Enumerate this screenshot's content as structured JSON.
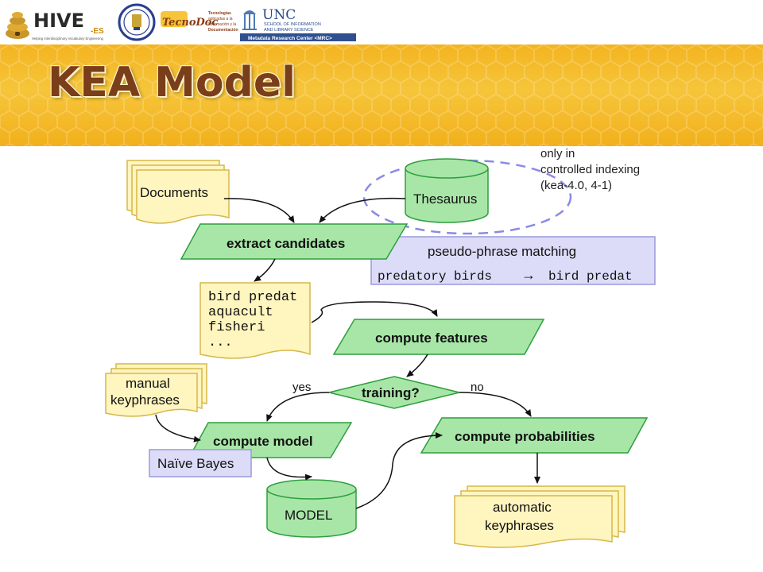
{
  "header": {
    "title": "KEA Model",
    "logos": {
      "hive": {
        "text": "HIVE",
        "suffix": "-ES",
        "tagline": "Helping Interdisciplinary Vocabulary Engineering"
      },
      "uc3m": {
        "icon": "university-seal-icon"
      },
      "tecnodoc": {
        "text": "TecnoDoc",
        "tagline": [
          "Tecnologías",
          "aplicadas a la",
          "Información y la",
          "Documentación"
        ]
      },
      "unc": {
        "text": "UNC",
        "lines": [
          "SCHOOL OF INFORMATION",
          "AND LIBRARY SCIENCE"
        ],
        "banner": "Metadata Research Center <MRC>"
      }
    }
  },
  "diagram": {
    "nodes": {
      "documents": "Documents",
      "thesaurus": "Thesaurus",
      "extract_candidates": "extract candidates",
      "pseudo_phrase": {
        "title": "pseudo-phrase matching",
        "example_from": "predatory birds",
        "arrow": "→",
        "example_to": "bird predat"
      },
      "candidates": [
        "bird predat",
        "aquacult",
        "fisheri",
        "..."
      ],
      "compute_features": "compute features",
      "training": "training?",
      "manual_keyphrases": [
        "manual",
        "keyphrases"
      ],
      "compute_model": "compute model",
      "naive_bayes": "Naïve Bayes",
      "model": "MODEL",
      "compute_probabilities": "compute probabilities",
      "automatic_keyphrases": [
        "automatic",
        "keyphrases"
      ]
    },
    "labels": {
      "yes": "yes",
      "no": "no",
      "note": [
        "only in",
        "controlled indexing",
        "(kea-4.0, 4-1)"
      ]
    },
    "colors": {
      "green_fill": "#a8e6a8",
      "green_stroke": "#2e9e3e",
      "doc_fill": "#fff5bf",
      "doc_stroke": "#d6b84a",
      "lavender_fill": "#dcdcf8",
      "lavender_stroke": "#9a9adc",
      "dashed": "#8a8ae6",
      "title_band": "#f4b824",
      "title_text": "#7a3e1a"
    }
  }
}
